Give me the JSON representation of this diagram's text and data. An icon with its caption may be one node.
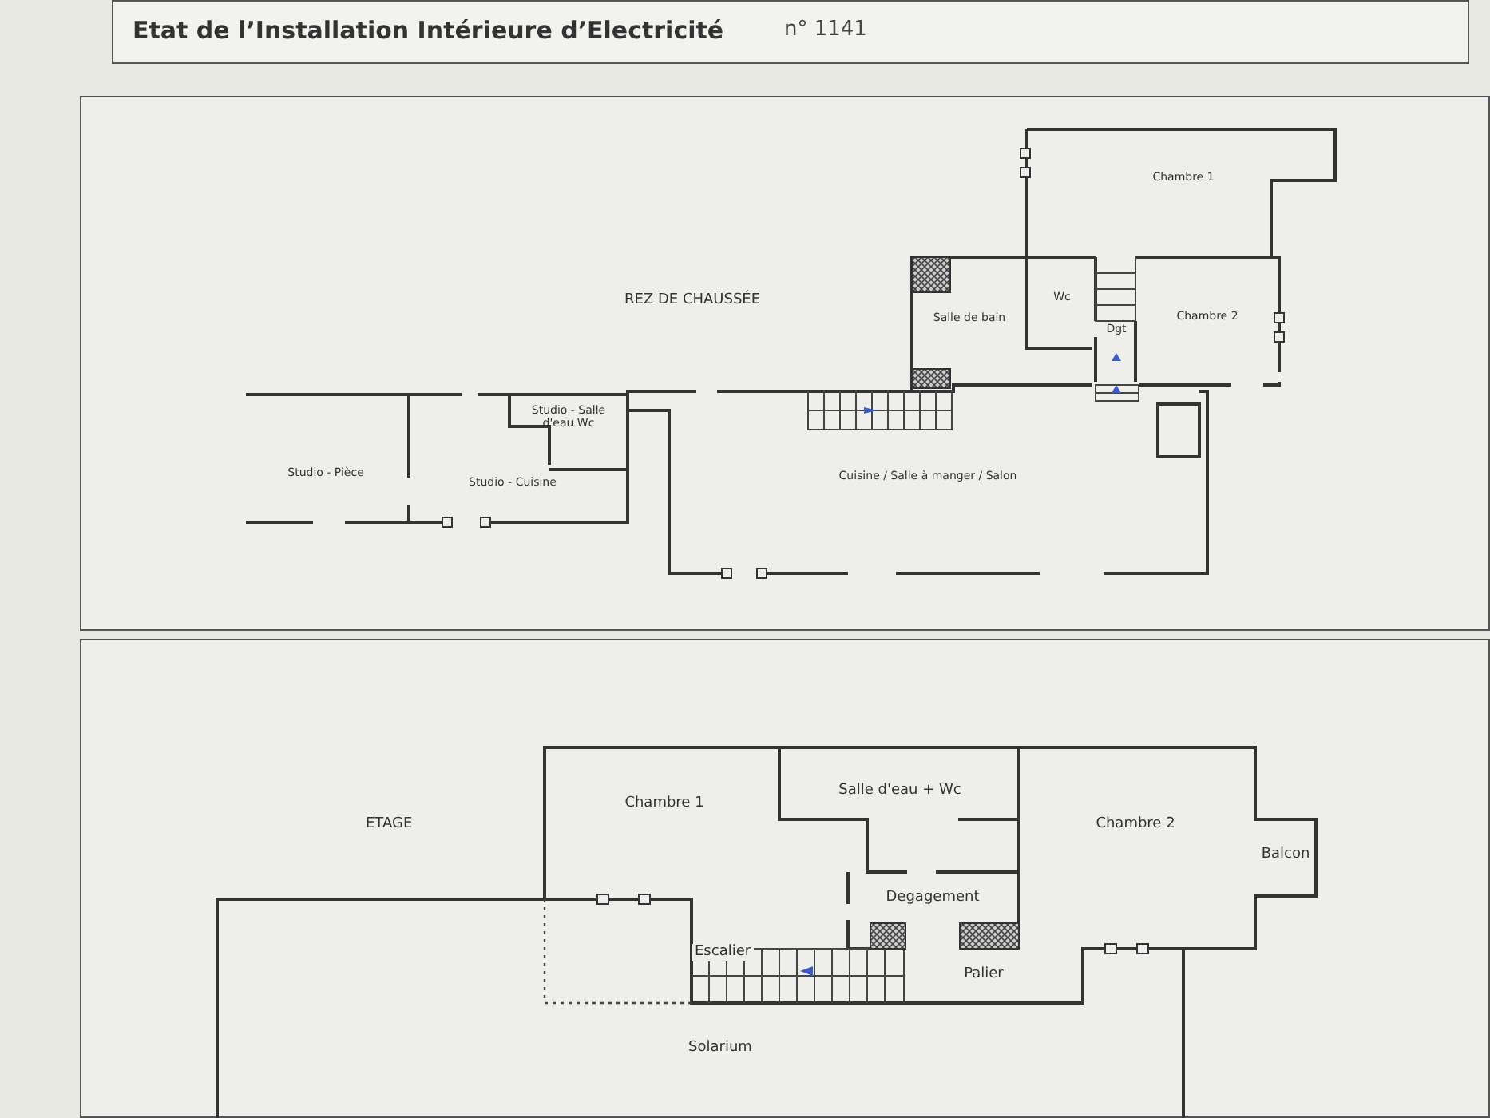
{
  "diagram": {
    "title": "Etat de l’Installation Intérieure d’Electricité",
    "nodes": [
      {
        "text": [
          "REZ DE CHAUSSÉE"
        ]
      },
      {
        "text": [
          "Chambre 1"
        ],
        "in": 0
      },
      {
        "text": [
          "Wc"
        ],
        "in": 0
      },
      {
        "text": [
          "Salle de bain"
        ],
        "in": 0
      },
      {
        "text": [
          "Dgt"
        ],
        "in": 0
      },
      {
        "text": [
          "Chambre 2"
        ],
        "in": 0
      },
      {
        "text": [
          "Studio - Salle d'eau Wc"
        ],
        "in": 0
      },
      {
        "text": [
          "Studio - Pièce"
        ],
        "in": 0
      },
      {
        "text": [
          "Studio - Cuisine"
        ],
        "in": 0
      },
      {
        "text": [
          "Cuisine / Salle à manger / Salon"
        ],
        "in": 0
      },
      {
        "text": [
          "ETAGE"
        ]
      },
      {
        "text": [
          "Salle d'eau + Wc"
        ],
        "in": 10
      },
      {
        "text": [
          "Chambre 1"
        ],
        "in": 10
      },
      {
        "text": [
          "Chambre 2"
        ],
        "in": 10
      },
      {
        "text": [
          "Balcon"
        ],
        "in": 10
      },
      {
        "text": [
          "Degagement"
        ],
        "in": 10
      },
      {
        "text": [
          "Escalier"
        ],
        "in": 10
      },
      {
        "text": [
          "Palier"
        ],
        "in": 10
      },
      {
        "text": [
          "Solarium"
        ],
        "in": 10
      }
    ],
    "labels": [
      "n° 1141"
    ]
  }
}
